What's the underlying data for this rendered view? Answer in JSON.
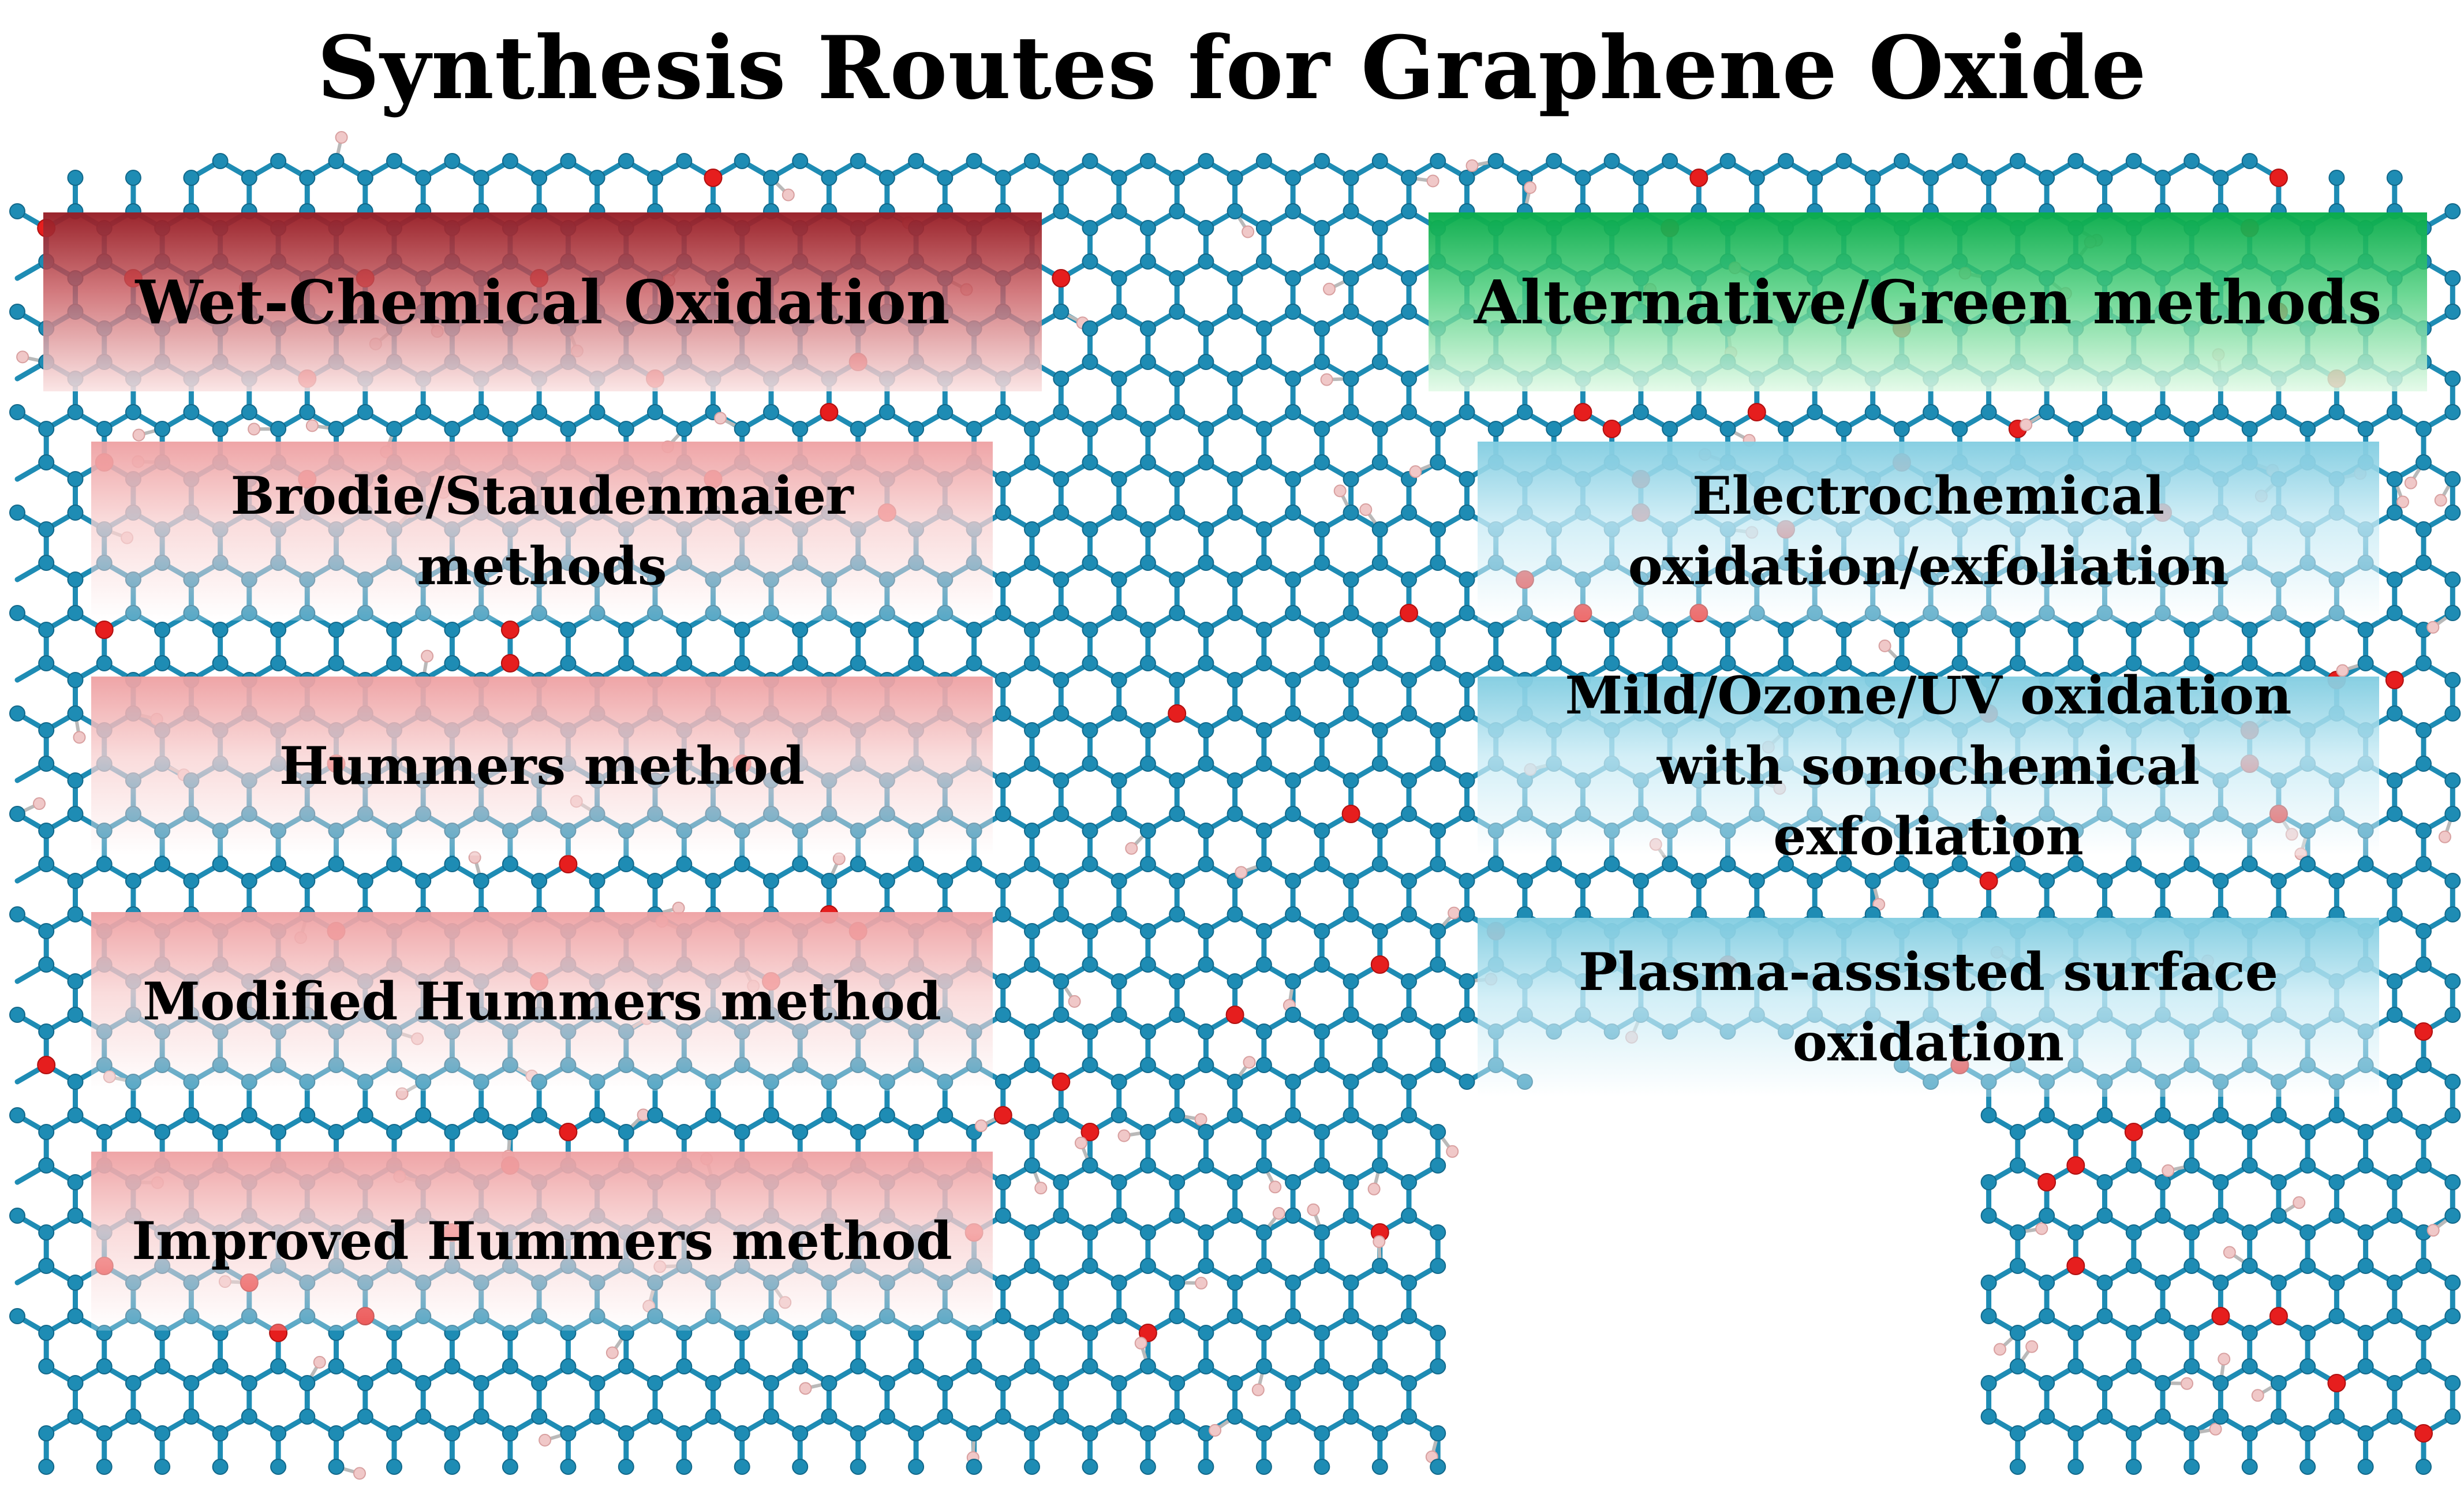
{
  "title": "Synthesis Routes for Graphene Oxide",
  "colors": {
    "wet_header": "#a01e28",
    "green_header": "#0aac4b",
    "wet_method": "#eea0a2",
    "alt_method": "#82cde1",
    "carbon_atom": "#1e8cb4",
    "oxygen_atom": "#e61e1e",
    "hydrogen_atom": "#f0c8c8"
  },
  "categories": {
    "wet": {
      "label": "Wet-Chemical Oxidation",
      "methods": [
        "Brodie/Staudenmaier methods",
        "Hummers method",
        "Modified Hummers method",
        "Improved Hummers method"
      ]
    },
    "green": {
      "label": "Alternative/Green methods",
      "methods": [
        "Electrochemical oxidation/exfoliation",
        "Mild/Ozone/UV oxidation with sonochemical exfoliation",
        "Plasma-assisted surface oxidation"
      ]
    }
  }
}
